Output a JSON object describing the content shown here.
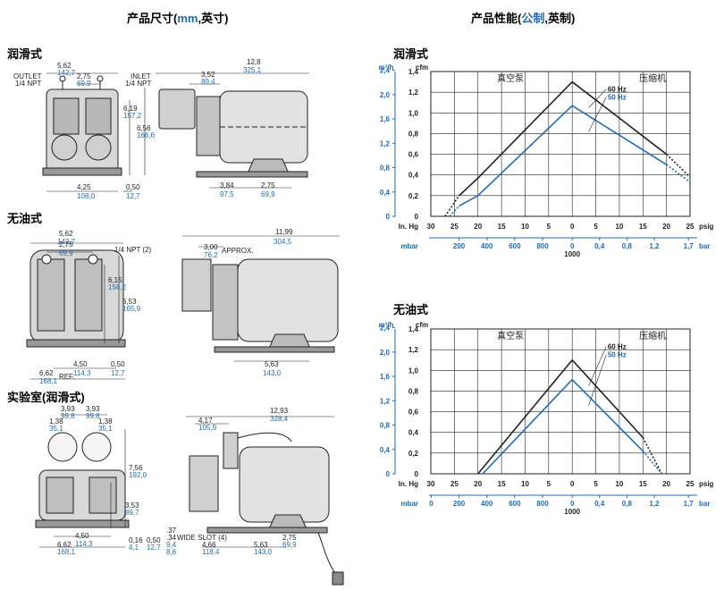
{
  "headers": {
    "dimensions_prefix": "产品尺寸(",
    "dimensions_mm": "mm",
    "dimensions_suffix": ",英寸)",
    "performance_prefix": "产品性能(",
    "performance_metric": "公制",
    "performance_suffix": ",英制)"
  },
  "sections": {
    "lubricated": "润滑式",
    "oilfree": "无油式",
    "lab": "实验室(润滑式)"
  },
  "drawings": {
    "lub": {
      "w_in": "5,62",
      "w_mm": "142,7",
      "inlet_sp_in": "2,75",
      "inlet_sp_mm": "69,9",
      "outlet": "OUTLET",
      "outlet_npt": "1/4 NPT",
      "inlet": "INLET",
      "inlet_npt": "1/4 NPT",
      "h1_in": "6,19",
      "h1_mm": "157,2",
      "h2_in": "6,56",
      "h2_mm": "166,6",
      "base_in": "4,25",
      "base_mm": "108,0",
      "foot_in": "0,50",
      "foot_mm": "12,7",
      "len_in": "12,8",
      "len_mm": "325,1",
      "head_in": "3,52",
      "head_mm": "89,4",
      "mnt1_in": "3,84",
      "mnt1_mm": "97,5",
      "mnt2_in": "2,75",
      "mnt2_mm": "69,9"
    },
    "oilfree": {
      "w_in": "5,62",
      "w_mm": "142,7",
      "sp_in": "2,75",
      "sp_mm": "69,9",
      "npt": "1/4 NPT (2)",
      "h1_in": "6,15",
      "h1_mm": "156,2",
      "h2_in": "6,53",
      "h2_mm": "165,9",
      "base_in": "4,50",
      "base_mm": "114,3",
      "foot_in": "0,50",
      "foot_mm": "12,7",
      "ref_in": "6,62",
      "ref_mm": "168,1",
      "ref_label": "REF.",
      "len_in": "11,99",
      "len_mm": "304,5",
      "head_in": "3,00",
      "head_mm": "76,2",
      "approx": "APPROX.",
      "mnt_in": "5,63",
      "mnt_mm": "143,0"
    },
    "lab": {
      "g1_in": "3,93",
      "g1_mm": "99,8",
      "g2_in": "3,93",
      "g2_mm": "99,8",
      "s1_in": "1,38",
      "s1_mm": "35,1",
      "s2_in": "1,38",
      "s2_mm": "35,1",
      "h1_in": "7,56",
      "h1_mm": "192,0",
      "h2_in": "3,53",
      "h2_mm": "89,7",
      "base_in": "4,50",
      "base_mm": "114,3",
      "w_in": "6,62",
      "w_mm": "168,1",
      "f1_in": "0,16",
      "f1_mm": "4,1",
      "f2_in": "0,50",
      "f2_mm": "12,7",
      "len_in": "12,93",
      "len_mm": "328,4",
      "head_in": "4,17",
      "head_mm": "105,9",
      "slot_a": ".37",
      "slot_b": ".34",
      "slot_c": "9,4",
      "slot_d": "8,6",
      "slot_label": "WIDE SLOT (4)",
      "m1_in": "4,66",
      "m1_mm": "118,4",
      "m2_in": "5,63",
      "m2_mm": "143,0",
      "m3_in": "2,75",
      "m3_mm": "69,9"
    }
  },
  "chart_data": [
    {
      "type": "line",
      "title": "润滑式",
      "regions": {
        "vacuum": "真空泵",
        "compressor": "压缩机"
      },
      "left_unit_m3": "m³/h",
      "left_unit_cfm": "cfm",
      "m3h_ticks": [
        "0",
        "0,4",
        "0,8",
        "1,2",
        "1,6",
        "2,0",
        "2,4"
      ],
      "cfm_ticks": [
        "0",
        "0,2",
        "0,4",
        "0,6",
        "0,8",
        "1,0",
        "1,2",
        "1,4"
      ],
      "inhg_label": "In. Hg",
      "inhg_ticks": [
        "30",
        "25",
        "20",
        "15",
        "10",
        "5",
        "0"
      ],
      "psig_label": "psig",
      "psig_ticks": [
        "5",
        "10",
        "15",
        "20",
        "25"
      ],
      "mbar_label": "mbar",
      "mbar_ticks": [
        "200",
        "400",
        "600",
        "800",
        "0"
      ],
      "mbar_extra": "1000",
      "bar_label": "bar",
      "bar_ticks": [
        "0,4",
        "0,8",
        "1,2",
        "1,7"
      ],
      "ylim_cfm": [
        0,
        1.4
      ],
      "x_pos_axis": {
        "vacuum_inhg": [
          30,
          0
        ],
        "pressure_psig": [
          0,
          25
        ]
      },
      "series": [
        {
          "name": "60 Hz",
          "color": "#222222",
          "vacuum": [
            [
              27,
              0
            ],
            [
              24,
              0.2
            ],
            [
              20,
              0.37
            ],
            [
              0,
              1.3
            ]
          ],
          "pressure": [
            [
              0,
              1.3
            ],
            [
              20,
              0.6
            ],
            [
              25,
              0.38
            ]
          ]
        },
        {
          "name": "50 Hz",
          "color": "#1f6cb4",
          "vacuum": [
            [
              26,
              0
            ],
            [
              24,
              0.1
            ],
            [
              20,
              0.2
            ],
            [
              0,
              1.07
            ]
          ],
          "pressure": [
            [
              0,
              1.07
            ],
            [
              20,
              0.5
            ],
            [
              25,
              0.33
            ]
          ]
        }
      ]
    },
    {
      "type": "line",
      "title": "无油式",
      "regions": {
        "vacuum": "真空泵",
        "compressor": "压缩机"
      },
      "left_unit_m3": "m³/h",
      "left_unit_cfm": "cfm",
      "m3h_ticks": [
        "0",
        "0,4",
        "0,8",
        "1,2",
        "1,6",
        "2,0",
        "2,4"
      ],
      "cfm_ticks": [
        "0",
        "0,2",
        "0,4",
        "0,6",
        "0,8",
        "1,0",
        "1,2",
        "1,4"
      ],
      "inhg_label": "In. Hg",
      "inhg_ticks": [
        "30",
        "25",
        "20",
        "15",
        "10",
        "5",
        "0"
      ],
      "psig_label": "psig",
      "psig_ticks": [
        "5",
        "10",
        "15",
        "20",
        "25"
      ],
      "mbar_label": "mbar",
      "mbar_ticks": [
        "0",
        "200",
        "400",
        "600",
        "800",
        "0"
      ],
      "mbar_extra": "1000",
      "bar_label": "bar",
      "bar_ticks": [
        "0,4",
        "0,8",
        "1,2",
        "1,7"
      ],
      "ylim_cfm": [
        0,
        1.4
      ],
      "x_pos_axis": {
        "vacuum_inhg": [
          30,
          0
        ],
        "pressure_psig": [
          0,
          25
        ]
      },
      "series": [
        {
          "name": "60 Hz",
          "color": "#222222",
          "vacuum": [
            [
              20,
              0
            ],
            [
              0,
              1.1
            ]
          ],
          "pressure": [
            [
              0,
              1.1
            ],
            [
              15,
              0.35
            ],
            [
              19,
              0
            ]
          ]
        },
        {
          "name": "50 Hz",
          "color": "#1f6cb4",
          "vacuum": [
            [
              19,
              0
            ],
            [
              0,
              0.91
            ]
          ],
          "pressure": [
            [
              0,
              0.91
            ],
            [
              15,
              0.22
            ],
            [
              19,
              0
            ]
          ]
        }
      ]
    }
  ]
}
